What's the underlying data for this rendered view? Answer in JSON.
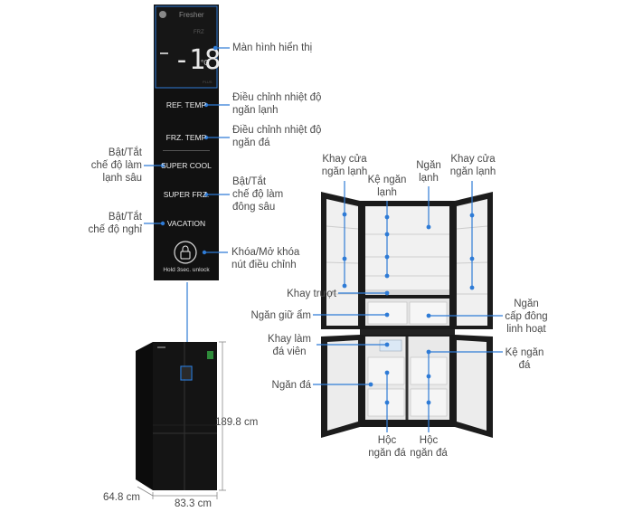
{
  "panel": {
    "brand": "Fresher",
    "display_digits": "-18",
    "display_unit": "°C",
    "buttons": [
      {
        "label": "REF.  TEMP"
      },
      {
        "label": "FRZ.  TEMP"
      },
      {
        "label": "SUPER COOL"
      },
      {
        "label": "SUPER  FRZ."
      },
      {
        "label": "VACATION"
      }
    ],
    "lock_hint": "Hold  3sec. unlock",
    "lock_icon": "lock-icon"
  },
  "callouts": {
    "display": "Màn hình hiển thị",
    "ref_temp": [
      "Điều chỉnh nhiệt độ",
      "ngăn lạnh"
    ],
    "frz_temp": [
      "Điều chỉnh nhiệt độ",
      "ngăn đá"
    ],
    "super_cool": [
      "Bật/Tắt",
      "chế độ làm",
      "lạnh sâu"
    ],
    "super_frz": [
      "Bật/Tắt",
      "chế độ làm",
      "đông sâu"
    ],
    "vacation": [
      "Bật/Tắt",
      "chế độ nghỉ"
    ],
    "lock": [
      "Khóa/Mở khóa",
      "nút điều chỉnh"
    ]
  },
  "dimensions": {
    "height": "189.8 cm",
    "depth": "64.8 cm",
    "width": "83.3 cm"
  },
  "parts": {
    "door_shelf_left": [
      "Khay cửa",
      "ngăn lạnh"
    ],
    "fridge_shelf": [
      "Kệ ngăn",
      "lạnh"
    ],
    "fridge": [
      "Ngăn",
      "lạnh"
    ],
    "door_shelf_right": [
      "Khay cửa",
      "ngăn lạnh"
    ],
    "slide_tray": "Khay trượt",
    "humidity_drawer": "Ngăn giữ ẩm",
    "flex_zone": [
      "Ngăn",
      "cấp đông",
      "linh hoạt"
    ],
    "ice_tray": [
      "Khay làm",
      "đá viên"
    ],
    "freezer_shelf": [
      "Kệ ngăn",
      "đá"
    ],
    "freezer": "Ngăn đá",
    "freezer_bin_left": [
      "Hộc",
      "ngăn đá"
    ],
    "freezer_bin_right": [
      "Hộc",
      "ngăn đá"
    ]
  },
  "colors": {
    "accent": "#2e7bd6",
    "panel": "#111111",
    "fridge_body": "#111111"
  }
}
